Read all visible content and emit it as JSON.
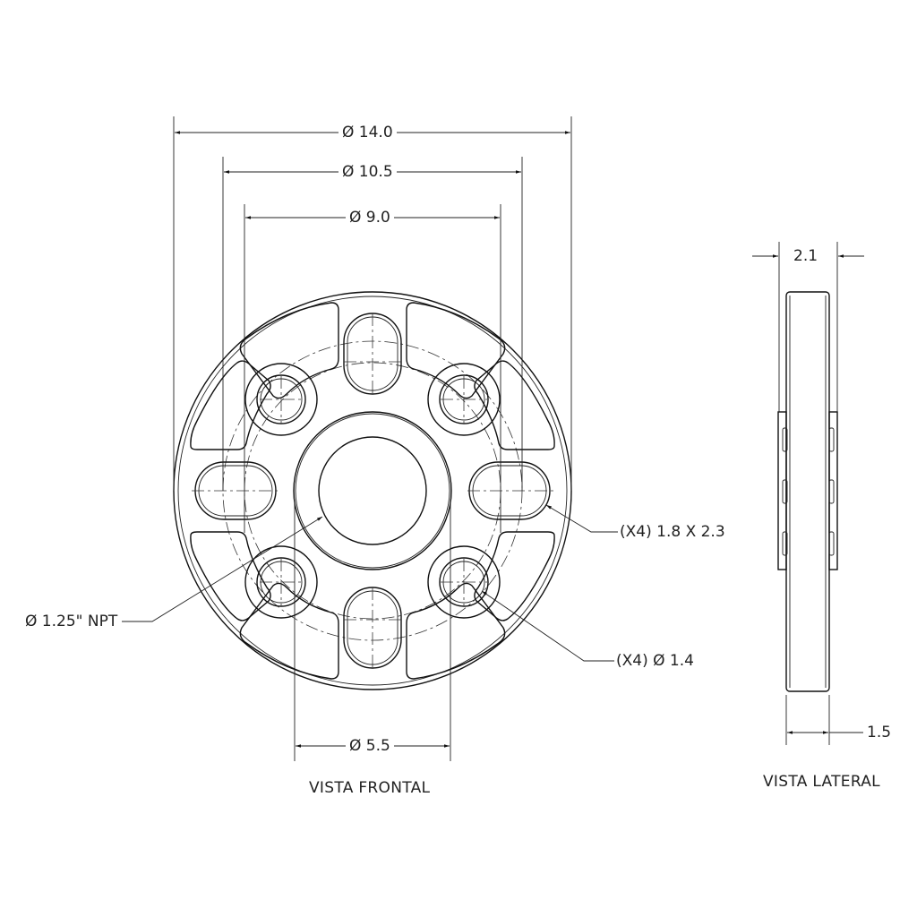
{
  "drawing": {
    "type": "technical-drawing",
    "units": "in",
    "front_view": {
      "title": "VISTA FRONTAL",
      "dimensions": {
        "outer_diameter": "Ø 14.0",
        "bolt_circle_slots": "Ø 10.5",
        "bolt_circle_holes": "Ø 9.0",
        "hub_diameter": "Ø 5.5"
      },
      "callouts": {
        "center_thread": "Ø 1.25\" NPT",
        "slots": "(X4) 1.8 X 2.3",
        "holes": "(X4) Ø 1.4"
      }
    },
    "side_view": {
      "title": "VISTA LATERAL",
      "dimensions": {
        "hub_width": "2.1",
        "flange_thickness": "1.5"
      }
    }
  }
}
